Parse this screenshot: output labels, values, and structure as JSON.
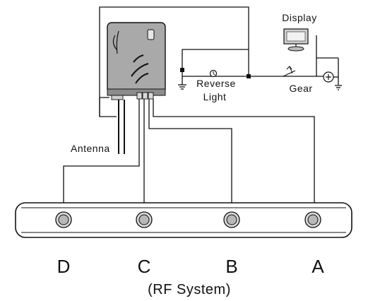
{
  "labels": {
    "display": "Display",
    "reverse_light": "Reverse",
    "reverse_light_2": "Light",
    "gear": "Gear",
    "antenna": "Antenna",
    "caption": "(RF System)"
  },
  "sensors": [
    {
      "letter": "D"
    },
    {
      "letter": "C"
    },
    {
      "letter": "B"
    },
    {
      "letter": "A"
    }
  ],
  "colors": {
    "line": "#111111",
    "module_fill": "#a9a9a9",
    "module_shadow": "#6f6f6f",
    "sensor_outer": "#d8d8d8",
    "sensor_inner": "#b8b8b8"
  },
  "icons": [
    "module-icon",
    "bulb-icon",
    "switch-icon",
    "plus-terminal-icon",
    "ground-icon",
    "display-icon"
  ]
}
